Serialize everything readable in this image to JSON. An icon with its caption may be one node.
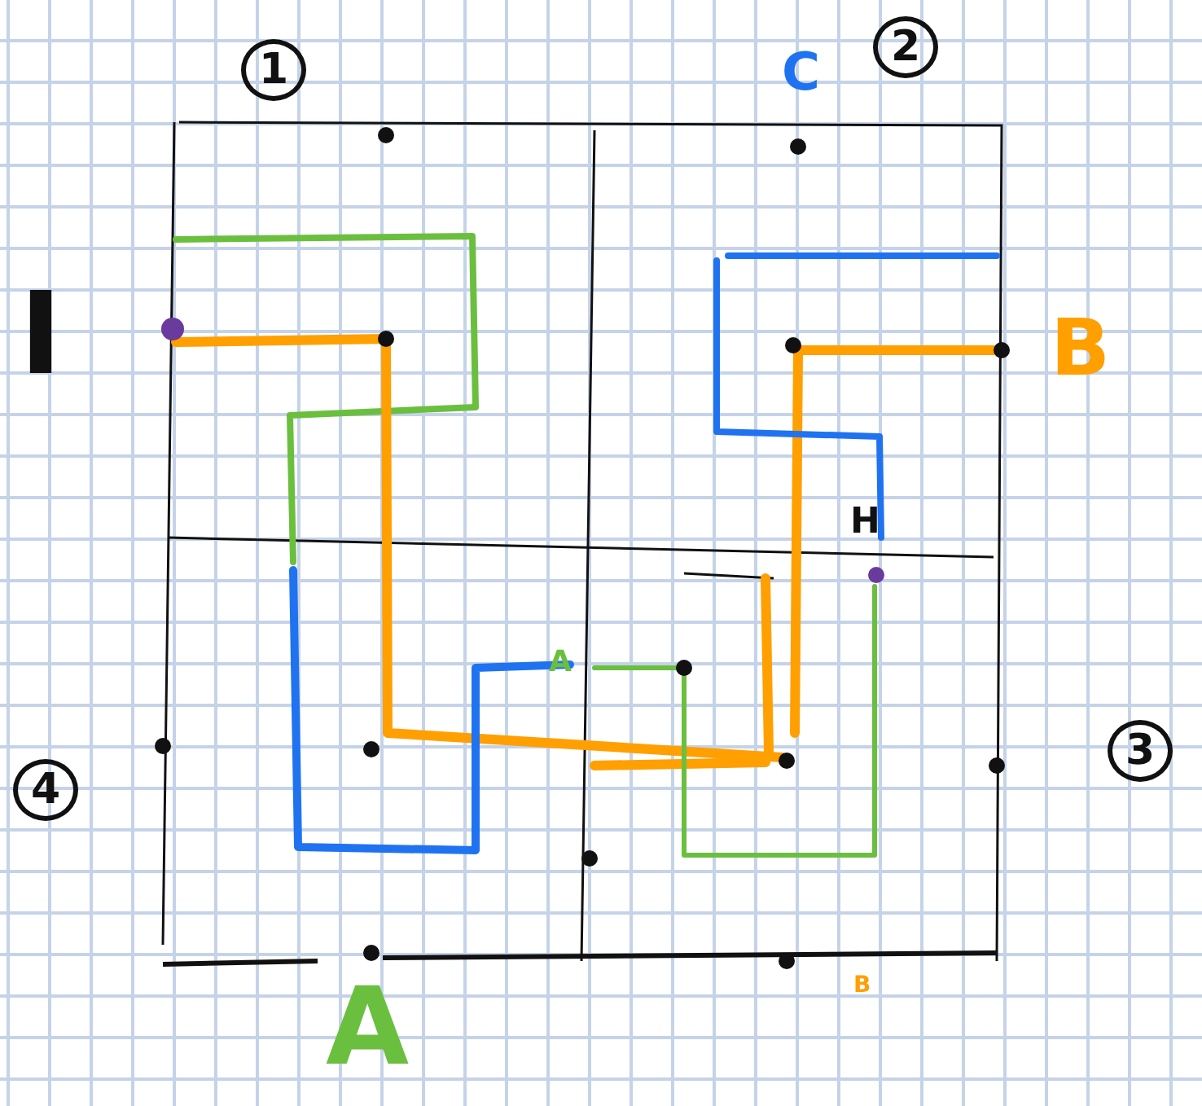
{
  "diagram": {
    "labels": [
      "1",
      "C",
      "2",
      "I",
      "B",
      "H",
      "A",
      "4",
      "3",
      "A",
      "B"
    ]
  }
}
